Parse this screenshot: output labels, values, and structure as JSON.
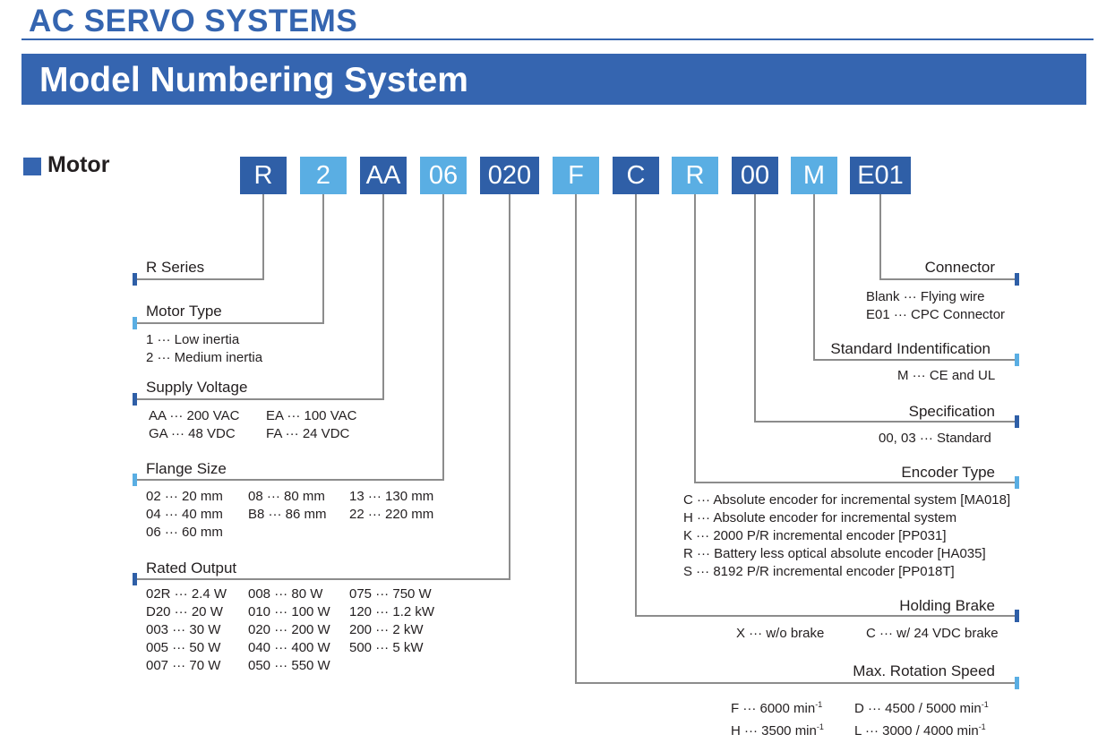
{
  "header": {
    "title": "AC SERVO SYSTEMS",
    "banner": "Model Numbering System",
    "section": "Motor"
  },
  "colors": {
    "dark_blue": "#2f5fa7",
    "light_blue": "#5aaee3",
    "line_gray": "#8c8c8c"
  },
  "code_boxes": [
    "R",
    "2",
    "AA",
    "06",
    "020",
    "F",
    "C",
    "R",
    "00",
    "M",
    "E01"
  ],
  "left_fields": {
    "r_series": {
      "label": "R Series"
    },
    "motor_type": {
      "label": "Motor Type",
      "options": [
        "1 ··· Low inertia",
        "2 ··· Medium inertia"
      ]
    },
    "supply_voltage": {
      "label": "Supply Voltage",
      "col1": [
        "AA ··· 200 VAC",
        "GA ··· 48 VDC"
      ],
      "col2": [
        "EA ··· 100 VAC",
        "FA ··· 24 VDC"
      ]
    },
    "flange_size": {
      "label": "Flange Size",
      "col1": [
        "02 ··· 20 mm",
        "04 ··· 40 mm",
        "06 ··· 60 mm"
      ],
      "col2": [
        "08 ··· 80 mm",
        "B8 ··· 86 mm"
      ],
      "col3": [
        "13 ··· 130 mm",
        "22 ··· 220 mm"
      ]
    },
    "rated_output": {
      "label": "Rated Output",
      "col1": [
        "02R ··· 2.4 W",
        "D20 ··· 20 W",
        "003 ··· 30 W",
        "005 ··· 50 W",
        "007 ··· 70 W"
      ],
      "col2": [
        "008 ··· 80 W",
        "010 ··· 100 W",
        "020 ··· 200 W",
        "040 ··· 400 W",
        "050 ··· 550 W"
      ],
      "col3": [
        "075 ··· 750 W",
        "120 ··· 1.2 kW",
        "200 ··· 2 kW",
        "500 ··· 5 kW"
      ]
    }
  },
  "right_fields": {
    "connector": {
      "label": "Connector",
      "options": [
        "Blank ··· Flying wire",
        "E01 ··· CPC Connector"
      ]
    },
    "standard_id": {
      "label": "Standard Indentification",
      "options": [
        "M ··· CE and UL"
      ]
    },
    "specification": {
      "label": "Specification",
      "options": [
        "00, 03 ··· Standard"
      ]
    },
    "encoder_type": {
      "label": "Encoder Type",
      "options": [
        "C ··· Absolute encoder for incremental system [MA018]",
        "H ··· Absolute encoder for incremental system",
        "K ··· 2000 P/R incremental encoder [PP031]",
        "R ··· Battery less optical absolute encoder [HA035]",
        "S ··· 8192 P/R incremental encoder [PP018T]"
      ]
    },
    "holding_brake": {
      "label": "Holding Brake",
      "opt1": "X ··· w/o brake",
      "opt2": "C ··· w/ 24 VDC brake"
    },
    "max_speed": {
      "label": "Max. Rotation Speed",
      "f_code": "F ··· 6000 min",
      "h_code": "H ··· 3500 min",
      "d_code": "D ··· 4500 / 5000 min",
      "l_code": "L ··· 3000 / 4000 min",
      "exp": "-1"
    }
  }
}
